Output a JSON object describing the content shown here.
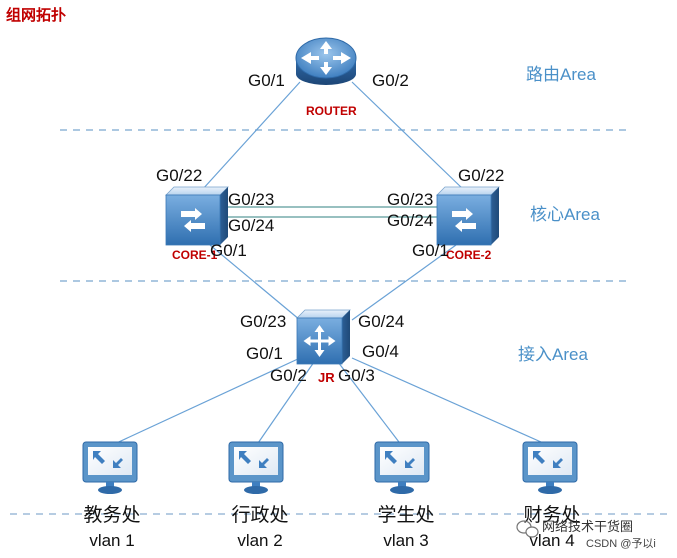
{
  "title": "组网拓扑",
  "areas": {
    "routing": "路由Area",
    "core": "核心Area",
    "access": "接入Area"
  },
  "devices": {
    "router": "ROUTER",
    "core1": "CORE-1",
    "core2": "CORE-2",
    "access": "JR"
  },
  "ports": {
    "router_g01": "G0/1",
    "router_g02": "G0/2",
    "core1_g022": "G0/22",
    "core1_g023": "G0/23",
    "core1_g024": "G0/24",
    "core1_g01": "G0/1",
    "core2_g022": "G0/22",
    "core2_g023": "G0/23",
    "core2_g024": "G0/24",
    "core2_g01": "G0/1",
    "jr_g023": "G0/23",
    "jr_g024": "G0/24",
    "jr_g01": "G0/1",
    "jr_g02": "G0/2",
    "jr_g03": "G0/3",
    "jr_g04": "G0/4"
  },
  "hosts": [
    {
      "dept": "教务处",
      "vlan": "vlan 1"
    },
    {
      "dept": "行政处",
      "vlan": "vlan 2"
    },
    {
      "dept": "学生处",
      "vlan": "vlan 3"
    },
    {
      "dept": "财务处",
      "vlan": "vlan 4"
    }
  ],
  "watermark": {
    "channel": "网络技术干货圈",
    "credit": "CSDN @予以i"
  },
  "colors": {
    "link": "#6aa2d6",
    "core_link": "#5a9a9a",
    "separator": "#7aa6cf",
    "label_red": "#c00000",
    "area_blue": "#4a90c8",
    "device_fill": "#5b95c9"
  }
}
